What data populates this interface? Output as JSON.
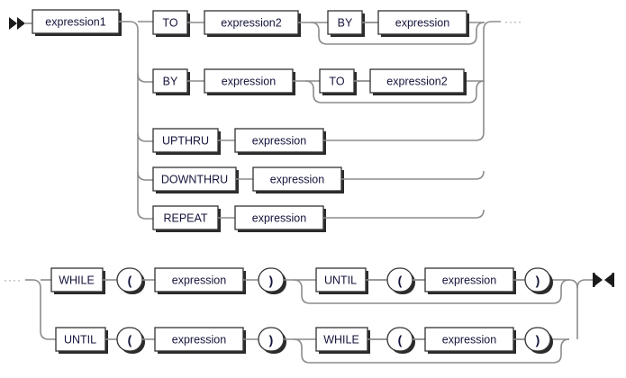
{
  "diagram": {
    "kind": "railroad-syntax-diagram",
    "title": "",
    "colors": {
      "line": "#8c8c8c",
      "box_border": "#333333",
      "box_fill": "#ffffff",
      "shadow": "#2b2b2b",
      "text": "#14143c",
      "marker": "#1b1b1b",
      "ellipsis": "#8a8a8a"
    },
    "markers": {
      "start": "►►",
      "end": "►◄",
      "continuation": "····"
    },
    "fragments": [
      {
        "name": "fragment-top",
        "start_marker": "double-right-arrow",
        "end_marker": "continuation-dots",
        "head": {
          "label": "expression1",
          "type": "nonterminal"
        },
        "branches": [
          {
            "name": "branch-to-by",
            "items": [
              {
                "label": "TO",
                "type": "keyword"
              },
              {
                "label": "expression2",
                "type": "nonterminal"
              },
              {
                "label": "BY",
                "type": "keyword",
                "optional": true
              },
              {
                "label": "expression",
                "type": "nonterminal",
                "optional": true
              }
            ],
            "optional_group": [
              "BY",
              "expression"
            ]
          },
          {
            "name": "branch-by-to",
            "items": [
              {
                "label": "BY",
                "type": "keyword"
              },
              {
                "label": "expression",
                "type": "nonterminal"
              },
              {
                "label": "TO",
                "type": "keyword",
                "optional": true
              },
              {
                "label": "expression2",
                "type": "nonterminal",
                "optional": true
              }
            ],
            "optional_group": [
              "TO",
              "expression2"
            ]
          },
          {
            "name": "branch-upthru",
            "items": [
              {
                "label": "UPTHRU",
                "type": "keyword"
              },
              {
                "label": "expression",
                "type": "nonterminal"
              }
            ]
          },
          {
            "name": "branch-downthru",
            "items": [
              {
                "label": "DOWNTHRU",
                "type": "keyword"
              },
              {
                "label": "expression",
                "type": "nonterminal"
              }
            ]
          },
          {
            "name": "branch-repeat",
            "items": [
              {
                "label": "REPEAT",
                "type": "keyword"
              },
              {
                "label": "expression",
                "type": "nonterminal"
              }
            ]
          }
        ]
      },
      {
        "name": "fragment-bottom",
        "start_marker": "continuation-dots",
        "end_marker": "bowtie-arrow",
        "branches": [
          {
            "name": "branch-while-until",
            "items": [
              {
                "label": "WHILE",
                "type": "keyword"
              },
              {
                "label": "(",
                "type": "terminal"
              },
              {
                "label": "expression",
                "type": "nonterminal"
              },
              {
                "label": ")",
                "type": "terminal"
              },
              {
                "label": "UNTIL",
                "type": "keyword",
                "optional": true
              },
              {
                "label": "(",
                "type": "terminal",
                "optional": true
              },
              {
                "label": "expression",
                "type": "nonterminal",
                "optional": true
              },
              {
                "label": ")",
                "type": "terminal",
                "optional": true
              }
            ],
            "optional_group": [
              "UNTIL",
              "(",
              "expression",
              ")"
            ]
          },
          {
            "name": "branch-until-while",
            "items": [
              {
                "label": "UNTIL",
                "type": "keyword"
              },
              {
                "label": "(",
                "type": "terminal"
              },
              {
                "label": "expression",
                "type": "nonterminal"
              },
              {
                "label": ")",
                "type": "terminal"
              },
              {
                "label": "WHILE",
                "type": "keyword",
                "optional": true
              },
              {
                "label": "(",
                "type": "terminal",
                "optional": true
              },
              {
                "label": "expression",
                "type": "nonterminal",
                "optional": true
              },
              {
                "label": ")",
                "type": "terminal",
                "optional": true
              }
            ],
            "optional_group": [
              "WHILE",
              "(",
              "expression",
              ")"
            ]
          }
        ]
      }
    ],
    "labels": {
      "expression1": "expression1",
      "expression2": "expression2",
      "expression": "expression",
      "to": "TO",
      "by": "BY",
      "upthru": "UPTHRU",
      "downthru": "DOWNTHRU",
      "repeat": "REPEAT",
      "while": "WHILE",
      "until": "UNTIL",
      "lparen": "(",
      "rparen": ")",
      "dots": "····"
    }
  }
}
